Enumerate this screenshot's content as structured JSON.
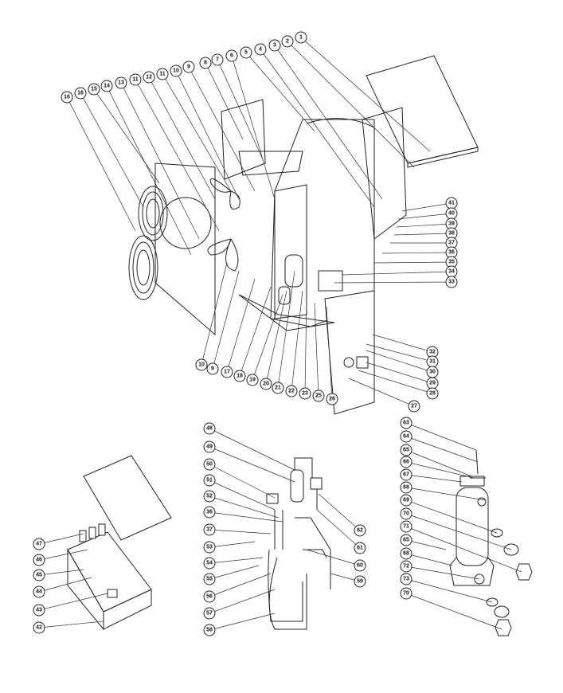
{
  "main_unit": {
    "top_callouts": [
      "16",
      "16",
      "15",
      "14",
      "13",
      "11",
      "12",
      "11",
      "10",
      "9",
      "8",
      "7",
      "6",
      "5",
      "4",
      "3",
      "2",
      "1"
    ],
    "right_callouts_upper": [
      "41",
      "40",
      "39",
      "38",
      "37",
      "36",
      "35",
      "34",
      "33"
    ],
    "right_callouts_lower": [
      "32",
      "31",
      "30",
      "29",
      "28",
      "27"
    ],
    "bottom_callouts": [
      "10",
      "9",
      "17",
      "18",
      "19",
      "20",
      "21",
      "22",
      "23",
      "25",
      "26"
    ]
  },
  "electrical_box": {
    "callouts": [
      "47",
      "46",
      "45",
      "44",
      "43",
      "42"
    ]
  },
  "refrigerant_circuit": {
    "left_callouts": [
      "48",
      "49",
      "50",
      "51",
      "52",
      "36",
      "37",
      "53",
      "54",
      "55",
      "56",
      "57",
      "58"
    ],
    "right_callouts": [
      "62",
      "61",
      "60",
      "59"
    ]
  },
  "heat_exchanger": {
    "callouts": [
      "63",
      "64",
      "65",
      "66",
      "67",
      "68",
      "69",
      "70",
      "71",
      "65",
      "68",
      "72",
      "73",
      "70"
    ]
  }
}
